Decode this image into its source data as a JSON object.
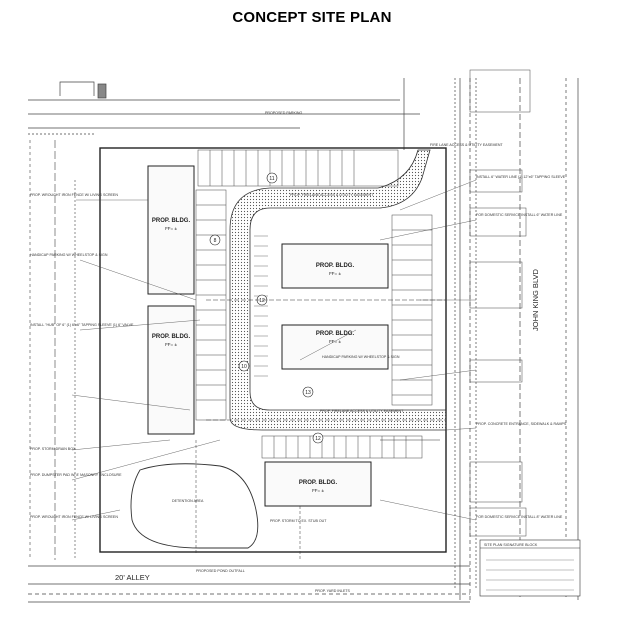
{
  "title": "CONCEPT SITE PLAN",
  "streets": {
    "alley": "20' ALLEY",
    "boulevard": "JOHN KING BLVD"
  },
  "buildings": [
    {
      "name": "PROP. BLDG.",
      "sub": "FF= ±"
    },
    {
      "name": "PROP. BLDG.",
      "sub": "FF= ±"
    },
    {
      "name": "PROP. BLDG.",
      "sub": "FF= ±"
    },
    {
      "name": "PROP. BLDG.",
      "sub": "FF= ±"
    },
    {
      "name": "PROP. BLDG.",
      "sub": "FF= ±"
    }
  ],
  "areas": {
    "detention": "DETENTION AREA"
  },
  "markers": [
    "11",
    "8",
    "12",
    "10",
    "13",
    "12"
  ],
  "callouts": {
    "parking_top": "PROPOSED PARKING",
    "iron_fence_top": "PROP. WROUGHT IRON FENCE W/ LIVING SCREEN",
    "handicap_left": "HANDICAP PARKING W/ WHEELSTOP & SIGN",
    "install_hub": "INSTALL \"HUB\" OF 6\" (1) 6\"x6\" TAPPING SLEEVE (1) 6\" VALVE",
    "storm_drain": "PROP. STORM DRAIN BOX",
    "dumpster_pad": "PROP. DUMPSTER PAD W/ 8' MASONRY ENCLOSURE",
    "iron_fence_bottom": "PROP. WROUGHT IRON FENCE W/ LIVING SCREEN",
    "pond_outfall": "PROPOSED POND OUTFALL",
    "yard_inlets": "PROP. YARD INLETS",
    "storm_outfall": "PROP. STORM TO EX. STUB OUT",
    "fire_lane": "PROP. FIRELANE ACCESS & UTILITY EASEMENT",
    "domestic_service_top": "FOR DOMESTIC SERVICE INSTALL 6\" WATER LINE",
    "water_line": "INSTALL 6\" WATER LINE (1) 12\"x6\" TAPPING SLEEVE",
    "handicap_right": "HANDICAP PARKING W/ WHEELSTOP & SIGN",
    "firelane_mid": "PROP. FIRELANE ACCESS & UTILITY EASEMENT",
    "concrete_entrance": "PROP. CONCRETE ENTRANCE, SIDEWALK & RAMPS",
    "domestic_service_bottom": "FOR DOMESTIC SERVICE INSTALL 8\" WATER LINE",
    "fire_hydrant": "FIRE LANE ACCESS & UTILITY EASEMENT",
    "signature_block": "SITE PLAN SIGNATURE BLOCK"
  },
  "colors": {
    "line": "#333333",
    "hatch": "#555555"
  }
}
